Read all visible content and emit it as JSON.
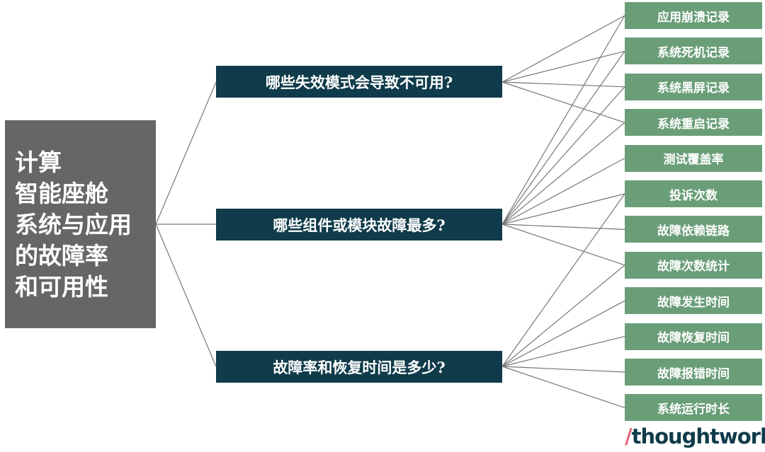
{
  "root": {
    "lines": [
      "计算",
      "智能座舱",
      "系统与应用",
      "的故障率",
      "和可用性"
    ]
  },
  "questions": [
    {
      "label": "哪些失效模式会导致不可用?",
      "links": [
        0,
        1,
        2,
        3
      ]
    },
    {
      "label": "哪些组件或模块故障最多?",
      "links": [
        0,
        1,
        2,
        3,
        4,
        5,
        6,
        7
      ]
    },
    {
      "label": "故障率和恢复时间是多少?",
      "links": [
        5,
        7,
        8,
        9,
        10,
        11
      ]
    }
  ],
  "metrics": [
    "应用崩溃记录",
    "系统死机记录",
    "系统黑屏记录",
    "系统重启记录",
    "测试覆盖率",
    "投诉次数",
    "故障依赖链路",
    "故障次数统计",
    "故障发生时间",
    "故障恢复时间",
    "故障报错时间",
    "系统运行时长"
  ],
  "logo": {
    "slash": "/",
    "text": "thoughtworks"
  },
  "colors": {
    "root": "#666666",
    "question": "#0f3b4a",
    "metric": "#6a9e78",
    "line": "#777777",
    "logo_accent": "#e8637a"
  }
}
